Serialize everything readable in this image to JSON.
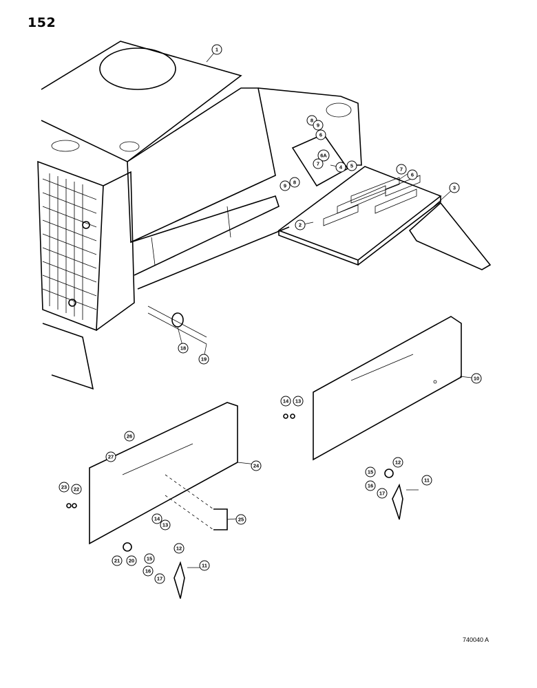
{
  "page": {
    "number": "152",
    "figure_id": "740040 A"
  },
  "callouts": [
    {
      "id": "c1",
      "label": "1"
    },
    {
      "id": "c2",
      "label": "2"
    },
    {
      "id": "c3",
      "label": "3"
    },
    {
      "id": "c4",
      "label": "4"
    },
    {
      "id": "c5",
      "label": "5"
    },
    {
      "id": "c6a",
      "label": "6"
    },
    {
      "id": "c6b",
      "label": "6"
    },
    {
      "id": "c6A",
      "label": "6A"
    },
    {
      "id": "c7a",
      "label": "7"
    },
    {
      "id": "c7b",
      "label": "7"
    },
    {
      "id": "c8a",
      "label": "8"
    },
    {
      "id": "c8b",
      "label": "8"
    },
    {
      "id": "c9a",
      "label": "9"
    },
    {
      "id": "c9b",
      "label": "9"
    },
    {
      "id": "c10",
      "label": "10"
    },
    {
      "id": "c11a",
      "label": "11"
    },
    {
      "id": "c11b",
      "label": "11"
    },
    {
      "id": "c12a",
      "label": "12"
    },
    {
      "id": "c12b",
      "label": "12"
    },
    {
      "id": "c13a",
      "label": "13"
    },
    {
      "id": "c13b",
      "label": "13"
    },
    {
      "id": "c14a",
      "label": "14"
    },
    {
      "id": "c14b",
      "label": "14"
    },
    {
      "id": "c15a",
      "label": "15"
    },
    {
      "id": "c15b",
      "label": "15"
    },
    {
      "id": "c16a",
      "label": "16"
    },
    {
      "id": "c16b",
      "label": "16"
    },
    {
      "id": "c17a",
      "label": "17"
    },
    {
      "id": "c17b",
      "label": "17"
    },
    {
      "id": "c18",
      "label": "18"
    },
    {
      "id": "c19",
      "label": "19"
    },
    {
      "id": "c20",
      "label": "20"
    },
    {
      "id": "c21",
      "label": "21"
    },
    {
      "id": "c22",
      "label": "22"
    },
    {
      "id": "c23",
      "label": "23"
    },
    {
      "id": "c24",
      "label": "24"
    },
    {
      "id": "c25",
      "label": "25"
    },
    {
      "id": "c26",
      "label": "26"
    },
    {
      "id": "c27",
      "label": "27"
    }
  ]
}
